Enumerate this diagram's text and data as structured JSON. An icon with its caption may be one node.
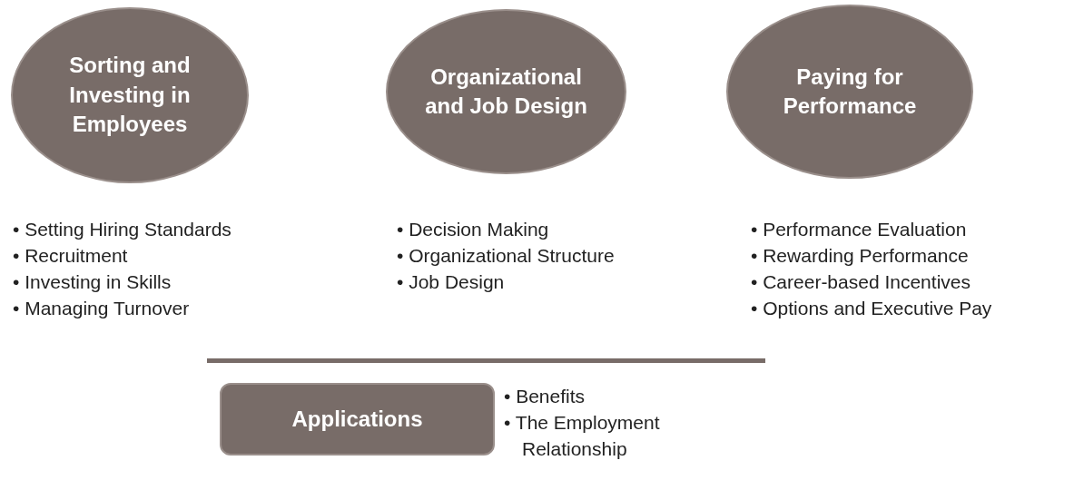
{
  "diagram": {
    "nodes": [
      {
        "text": [
          "Sorting and Investing in Employees"
        ]
      },
      {
        "text": [
          "Organizational and Job Design"
        ]
      },
      {
        "text": [
          "Paying for Performance"
        ]
      },
      {
        "text": [
          "Applications"
        ]
      }
    ],
    "labels": [
      "• Setting Hiring Standards",
      "• Recruitment",
      "• Investing in Skills",
      "• Managing Turnover",
      "• Decision Making",
      "• Organizational Structure",
      "• Job Design",
      "• Performance Evaluation",
      "• Rewarding Performance",
      "• Career-based Incentives",
      "• Options and Executive Pay",
      "• Benefits",
      "• The Employment Relationship"
    ]
  }
}
